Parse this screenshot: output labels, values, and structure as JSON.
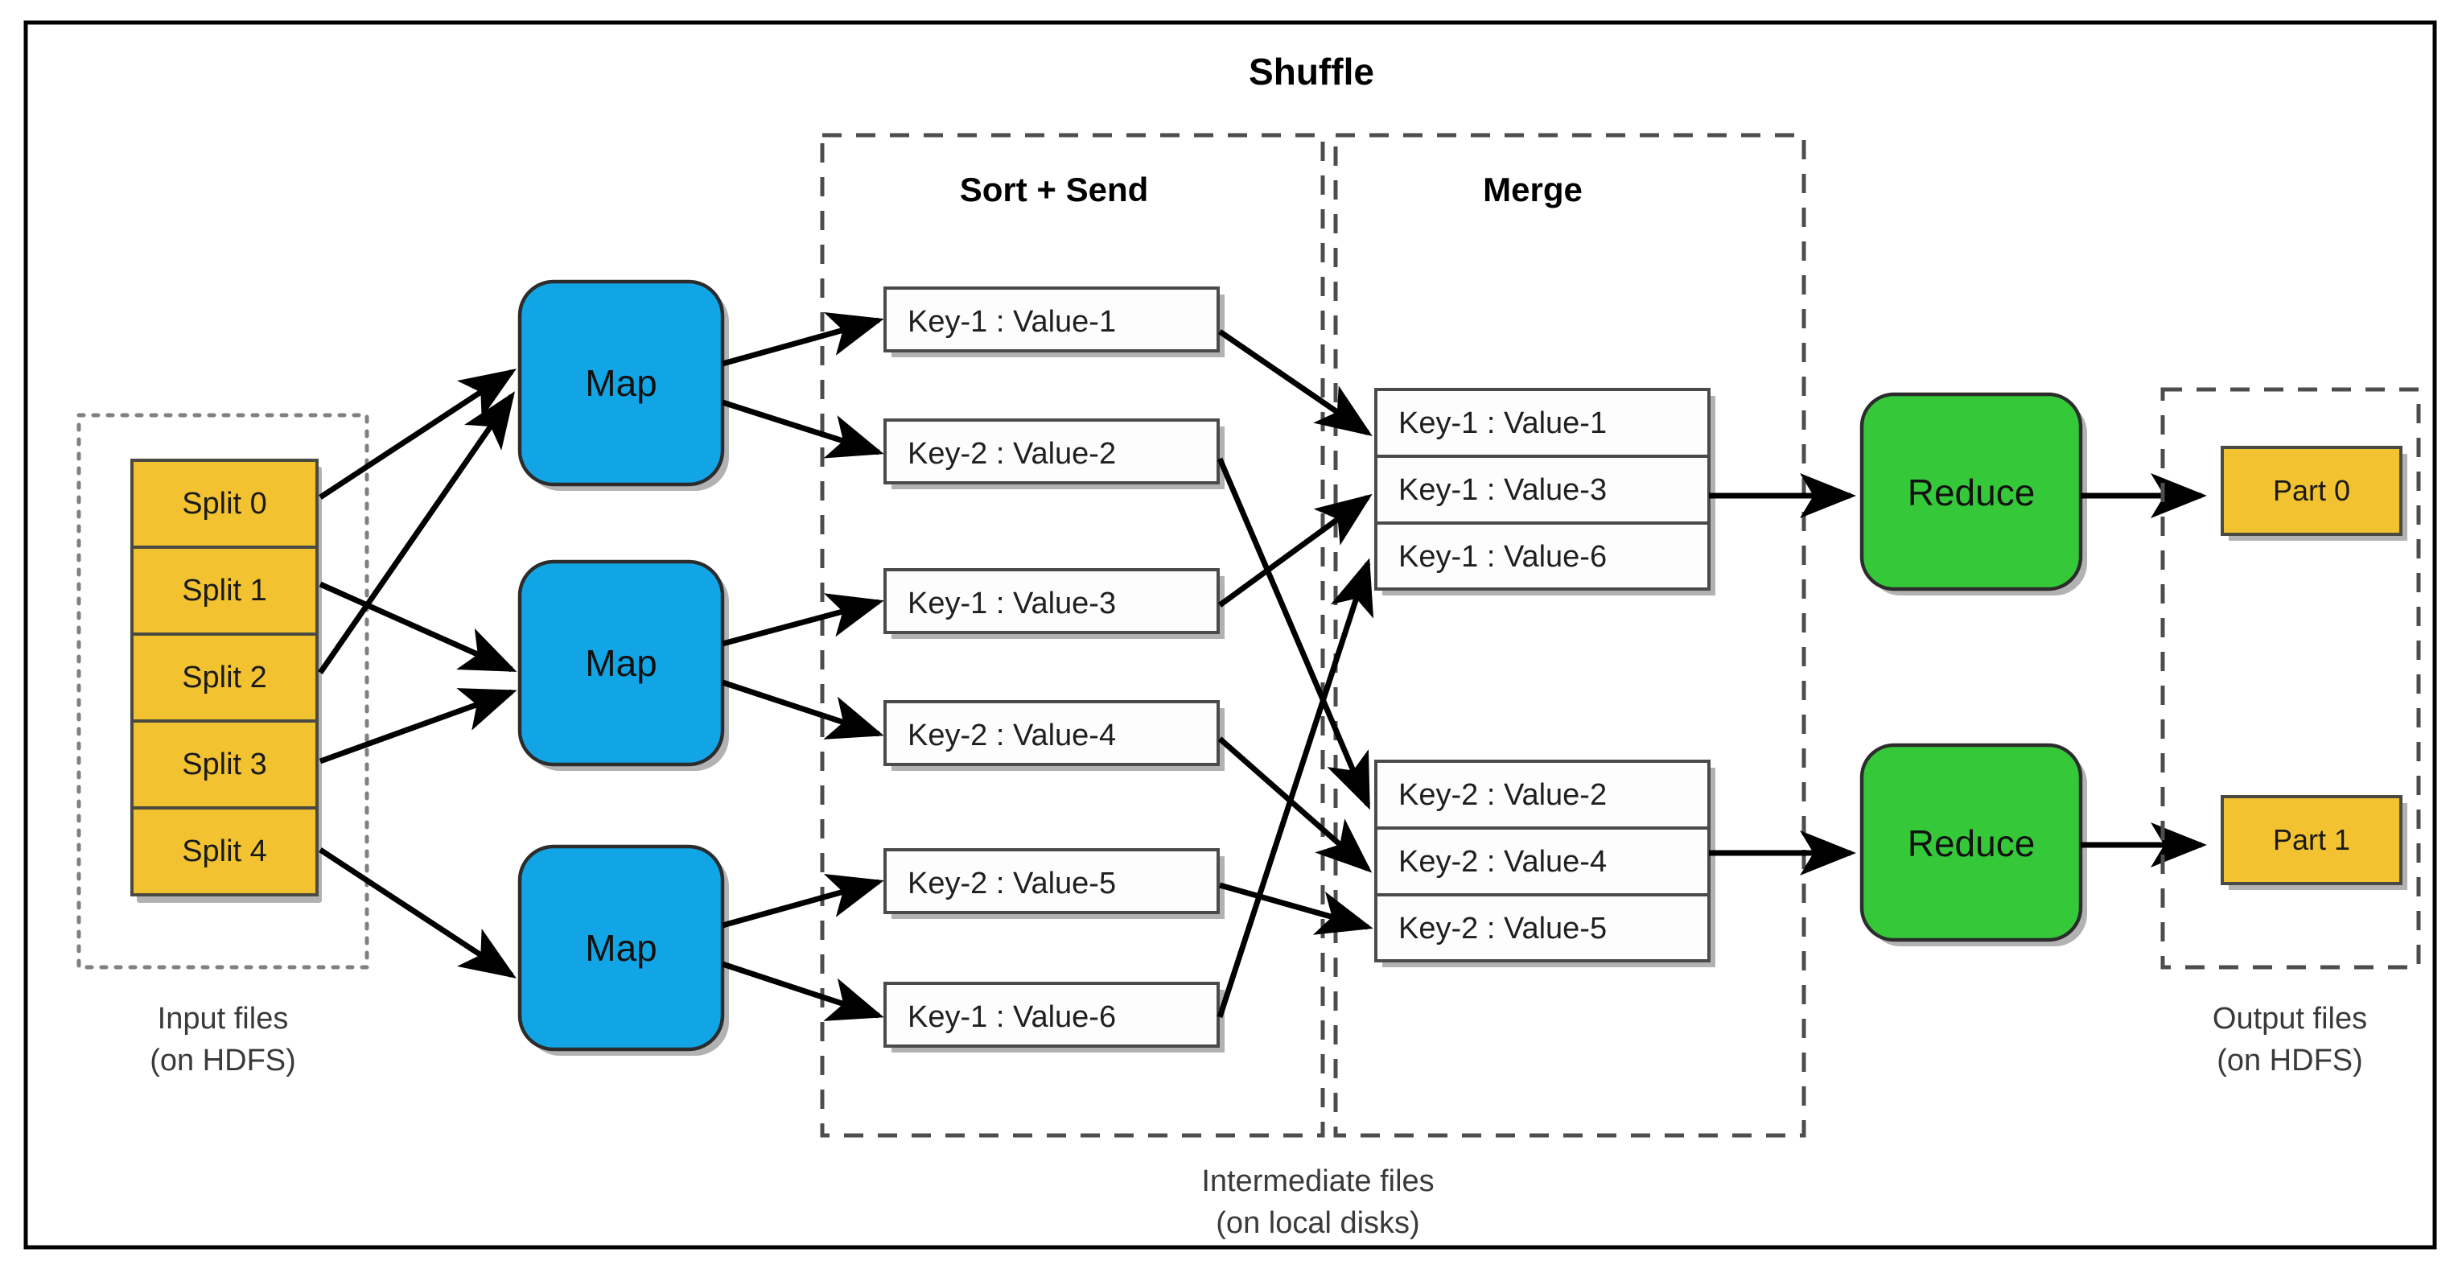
{
  "title": "Shuffle",
  "sections": {
    "sort_send": "Sort + Send",
    "merge": "Merge"
  },
  "captions": {
    "input": "Input files",
    "input_sub": "(on HDFS)",
    "intermediate": "Intermediate files",
    "intermediate_sub": "(on local disks)",
    "output": "Output files",
    "output_sub": "(on HDFS)"
  },
  "input_splits": [
    {
      "label": "Split 0"
    },
    {
      "label": "Split 1"
    },
    {
      "label": "Split 2"
    },
    {
      "label": "Split 3"
    },
    {
      "label": "Split 4"
    }
  ],
  "mappers": [
    {
      "label": "Map"
    },
    {
      "label": "Map"
    },
    {
      "label": "Map"
    }
  ],
  "intermediate_pairs": [
    {
      "label": "Key-1 : Value-1"
    },
    {
      "label": "Key-2 : Value-2"
    },
    {
      "label": "Key-1 : Value-3"
    },
    {
      "label": "Key-2 : Value-4"
    },
    {
      "label": "Key-2 : Value-5"
    },
    {
      "label": "Key-1 : Value-6"
    }
  ],
  "merge_groups": [
    {
      "rows": [
        {
          "label": "Key-1 : Value-1"
        },
        {
          "label": "Key-1 : Value-3"
        },
        {
          "label": "Key-1 : Value-6"
        }
      ]
    },
    {
      "rows": [
        {
          "label": "Key-2 : Value-2"
        },
        {
          "label": "Key-2 : Value-4"
        },
        {
          "label": "Key-2 : Value-5"
        }
      ]
    }
  ],
  "reducers": [
    {
      "label": "Reduce"
    },
    {
      "label": "Reduce"
    }
  ],
  "output_parts": [
    {
      "label": "Part 0"
    },
    {
      "label": "Part 1"
    }
  ],
  "colors": {
    "split_fill": "#f2c230",
    "map_fill": "#12a5e5",
    "reduce_fill": "#35c93a",
    "part_fill": "#f2c230",
    "kv_fill": "#fdfdfd",
    "frame_stroke": "#000000",
    "dashed_stroke": "#4d4d4d",
    "dotted_stroke": "#808080"
  }
}
